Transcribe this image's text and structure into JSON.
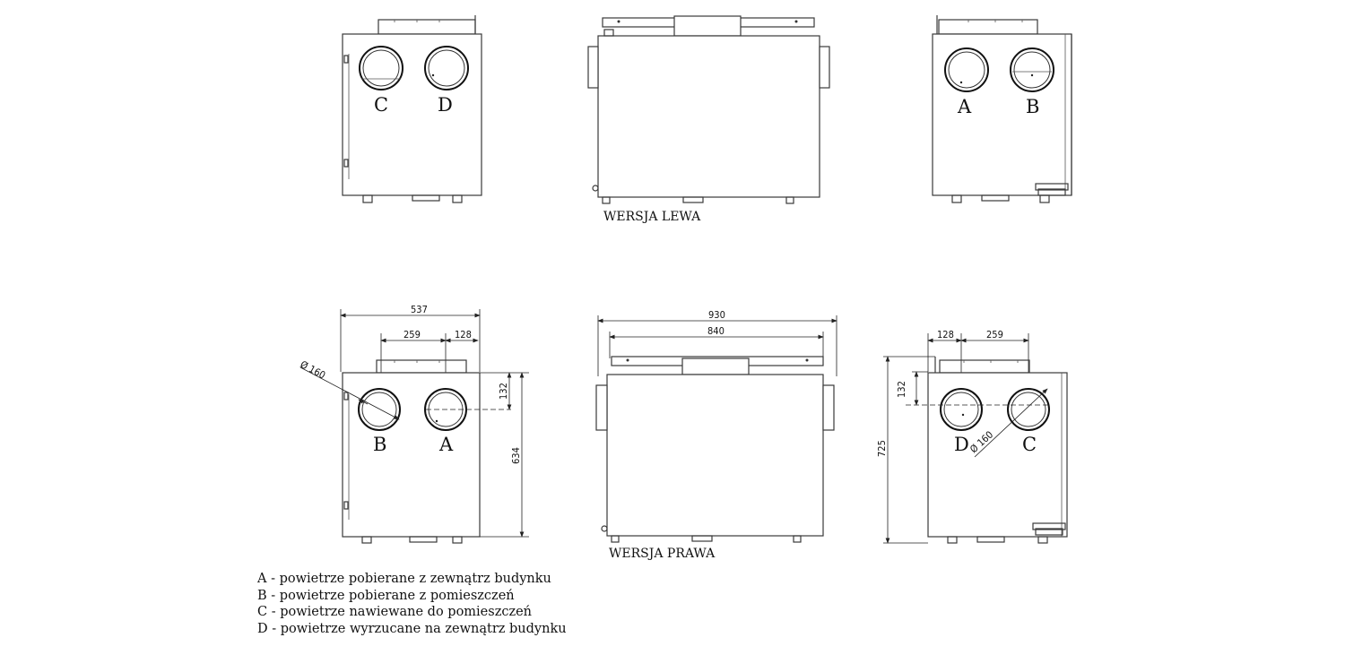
{
  "views": {
    "left_version_label": "WERSJA LEWA",
    "right_version_label": "WERSJA PRAWA"
  },
  "port_letters": {
    "top_left": [
      "C",
      "D"
    ],
    "top_right": [
      "A",
      "B"
    ],
    "bottom_left": [
      "B",
      "A"
    ],
    "bottom_right": [
      "D",
      "C"
    ]
  },
  "dimensions": {
    "width_side": "537",
    "port_spacing": "259",
    "port_offset": "128",
    "port_height": "132",
    "height_side": "634",
    "diameter": "Ø 160",
    "length_total": "930",
    "length_body": "840",
    "height_total": "725"
  },
  "legend": [
    {
      "key": "A",
      "sep": "-",
      "text": "powietrze pobierane z zewnątrz budynku"
    },
    {
      "key": "B",
      "sep": "-",
      "text": "powietrze pobierane z pomieszczeń"
    },
    {
      "key": "C",
      "sep": "-",
      "text": "powietrze nawiewane do pomieszczeń"
    },
    {
      "key": "D",
      "sep": "-",
      "text": "powietrze wyrzucane na zewnątrz budynku"
    }
  ]
}
